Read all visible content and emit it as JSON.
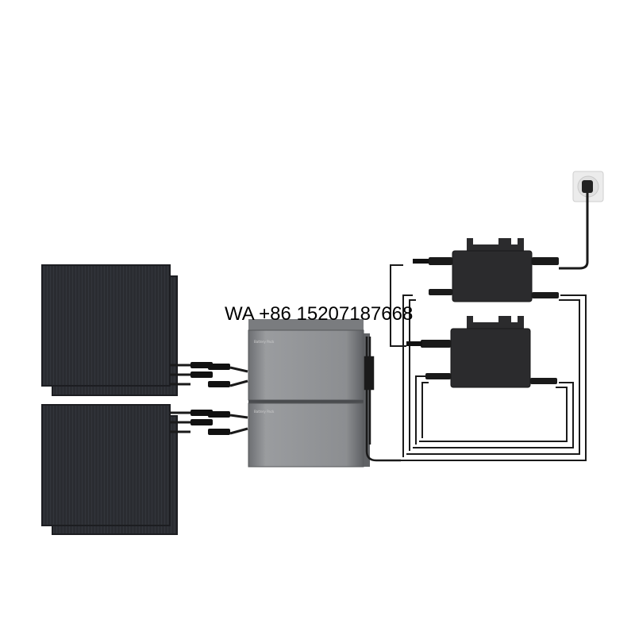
{
  "watermark": {
    "text": "WA +86 15207187668"
  },
  "battery": {
    "module_label_top": "Battery Pack",
    "module_label_bottom": "Battery Pack"
  },
  "colors": {
    "panel": "#2a2c31",
    "panel_edge": "#1c1d21",
    "battery_body": "#8d8f92",
    "battery_dark": "#5f6164",
    "inverter": "#2b2b2d",
    "cable": "#1a1a1a",
    "socket": "#ececec"
  },
  "icons": [
    "solar-panel-icon",
    "battery-icon",
    "microinverter-icon",
    "wall-socket-icon",
    "connector-icon"
  ]
}
